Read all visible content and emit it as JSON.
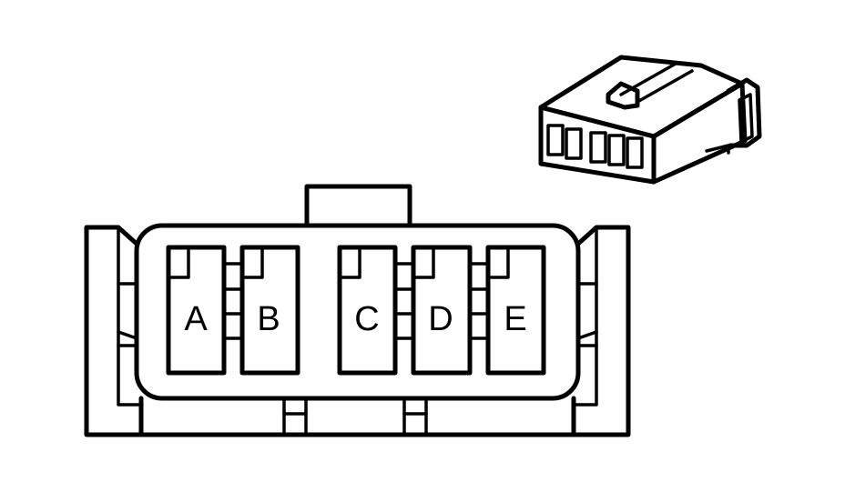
{
  "diagram": {
    "line_color": "#000000",
    "background": "#ffffff",
    "connector_face": {
      "cavities": [
        {
          "label": "A"
        },
        {
          "label": "B"
        },
        {
          "label": "C"
        },
        {
          "label": "D"
        },
        {
          "label": "E"
        }
      ]
    },
    "connector_iso_view": {
      "terminal_slots": 5
    }
  }
}
